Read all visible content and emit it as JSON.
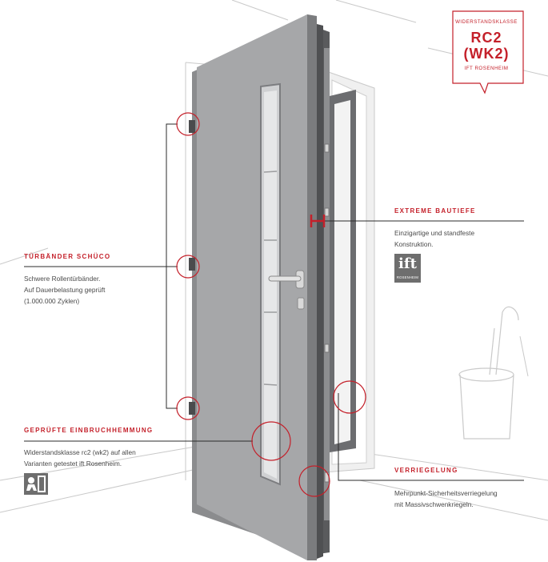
{
  "badge": {
    "line1": "WIDERSTANDSKLASSE",
    "line2": "RC2",
    "line3": "(WK2)",
    "line4": "IFT ROSENHEIM"
  },
  "callouts": {
    "extreme_bautiefe": {
      "title": "EXTREME BAUTIEFE",
      "text": [
        "Einzigartige und standfeste",
        "Konstruktion."
      ]
    },
    "turbander": {
      "title": "TÜRBÄNDER SCHÜCO",
      "text": [
        "Schwere Rollentürbänder.",
        "Auf Dauerbelastung geprüft",
        "(1.000.000 Zyklen)"
      ]
    },
    "einbruchhemmung": {
      "title": "GEPRÜFTE EINBRUCHHEMMUNG",
      "text": [
        "Widerstandsklasse rc2 (wk2) auf allen",
        "Varianten getestet ift Rosenheim."
      ]
    },
    "verriegelung": {
      "title": "VERRIEGELUNG",
      "text": [
        "Mehrpunkt-Sicherheitsverriegelung",
        "mit Massivschwenkriegeln."
      ]
    }
  },
  "ift_logo": {
    "main": "ift",
    "sub": "ROSENHEIM"
  },
  "icons": {
    "ift": "ift-rosenheim-logo-icon",
    "lock": "burglar-resistance-icon",
    "umbrella": "umbrella-stand-icon"
  },
  "colors": {
    "accent": "#c4202a",
    "door": "#a6a7a9",
    "frame": "#5a5b5d",
    "line": "#2b2b2b"
  }
}
